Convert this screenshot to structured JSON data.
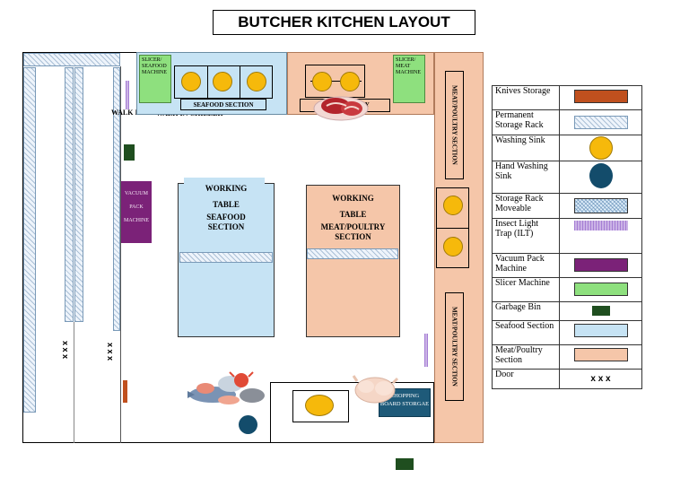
{
  "title": "BUTCHER KITCHEN LAYOUT",
  "colors": {
    "knives_storage": "#c0501e",
    "washing_sink": "#f6b90b",
    "hand_washing_sink": "#134c6b",
    "vacuum_pack": "#7b2278",
    "slicer": "#8ee07e",
    "garbage_bin": "#1f4e1f",
    "seafood_section": "#c6e3f4",
    "meat_poultry_section": "#f5c6a9"
  },
  "plan": {
    "slicer_seafood": "SLICER/ SEAFOOD MACHINE",
    "slicer_meat": "SLICER/ MEAT MACHINE",
    "seafood_section_label": "SEAFOOD SECTION",
    "meat_poultry_label_partial": "RY",
    "walk_in_freezer": "WALK IN FREEZE",
    "walk_in_chiller": "WALK IN CHILLER",
    "vacuum_pack_machine": "VACUUM PACK MACHINE",
    "working_table_seafood": [
      "WORKING",
      "TABLE",
      "SEAFOOD",
      "SECTION"
    ],
    "working_table_meat": [
      "WORKING",
      "TABLE",
      "MEAT/POULTRY",
      "SECTION"
    ],
    "meat_poultry_section_vertical": "MEAT/POULTRY SECTION",
    "chopping_board_storage": "CHOPPING BOARD STORGAE",
    "door_mark": "x x x"
  },
  "legend": [
    {
      "label": "Knives Storage",
      "icon": "knives-storage-swatch"
    },
    {
      "label": "Permanent Storage Rack",
      "icon": "permanent-rack-swatch"
    },
    {
      "label": "Washing Sink",
      "icon": "washing-sink-swatch"
    },
    {
      "label": "Hand Washing Sink",
      "icon": "hand-washing-sink-swatch"
    },
    {
      "label": "Storage Rack Moveable",
      "icon": "moveable-rack-swatch"
    },
    {
      "label": "Insect Light Trap (ILT)",
      "icon": "ilt-swatch"
    },
    {
      "label": "Vacuum Pack Machine",
      "icon": "vacuum-pack-swatch"
    },
    {
      "label": "Slicer Machine",
      "icon": "slicer-swatch"
    },
    {
      "label": "Garbage Bin",
      "icon": "garbage-bin-swatch"
    },
    {
      "label": "Seafood Section",
      "icon": "seafood-section-swatch"
    },
    {
      "label": "Meat/Poultry Section",
      "icon": "meat-poultry-swatch"
    },
    {
      "label": "Door",
      "icon": "door-swatch",
      "symbol": "x x x"
    }
  ]
}
